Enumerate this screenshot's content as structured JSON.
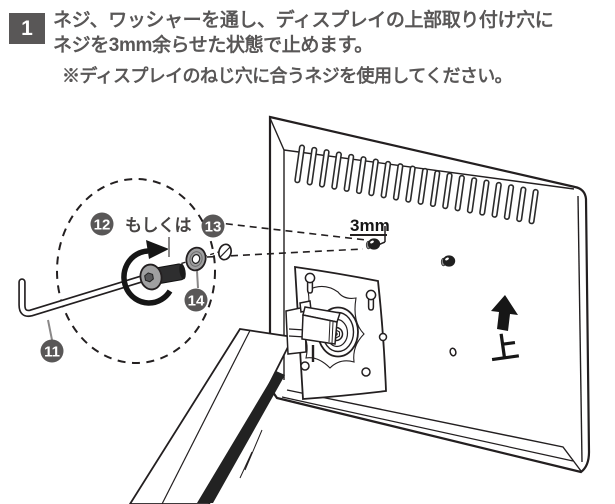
{
  "page": {
    "step_badge": {
      "number": "1",
      "color": "#595757"
    },
    "heading": {
      "line1": "ネジ、ワッシャーを通し、ディスプレイの上部取り付け穴に",
      "line2": "ネジを3mm余らせた状態で止めます。"
    },
    "note": "※ディスプレイのねじ穴に合うネジを使用してください。"
  },
  "illustration": {
    "callout": {
      "screw_option_a_number": "12",
      "or_label": "もしくは",
      "screw_option_b_number": "13",
      "washer_number": "14",
      "hex_key_number": "11"
    },
    "display": {
      "protrusion_measurement": "3mm",
      "up_label": "上",
      "up_icon": "up-arrow"
    },
    "colors": {
      "line_art": "#231f20",
      "badge": "#595757",
      "metal_gray": "#9e9e9f",
      "solid_black": "#1a1a1a"
    }
  }
}
